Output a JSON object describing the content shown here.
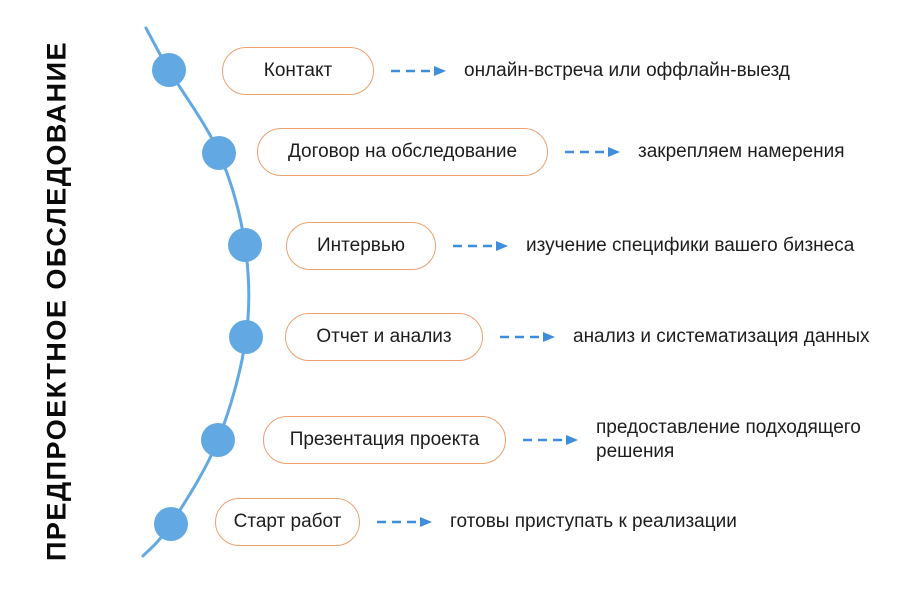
{
  "title": "ПРЕДПРОЕКТНОЕ ОБСЛЕДОВАНИЕ",
  "diagram_type": "process-timeline",
  "colors": {
    "background": "#ffffff",
    "timeline_blue": "#62a8e2",
    "arrow_blue": "#3e8edb",
    "pill_border_orange": "#efa06e",
    "text": "#1d1d1d",
    "title_text": "#0a0a0a"
  },
  "icons": {
    "arrow": "dashed-arrow-right",
    "node": "filled-circle"
  },
  "steps": [
    {
      "label": "Контакт",
      "description": "онлайн-встреча или оффлайн-выезд"
    },
    {
      "label": "Договор на обследование",
      "description": "закрепляем намерения"
    },
    {
      "label": "Интервью",
      "description": "изучение специфики вашего бизнеса"
    },
    {
      "label": "Отчет и анализ",
      "description": "анализ и систематизация данных"
    },
    {
      "label": "Презентация проекта",
      "description": "предоставление подходящего решения"
    },
    {
      "label": "Старт работ",
      "description": "готовы приступать к реализации"
    }
  ]
}
